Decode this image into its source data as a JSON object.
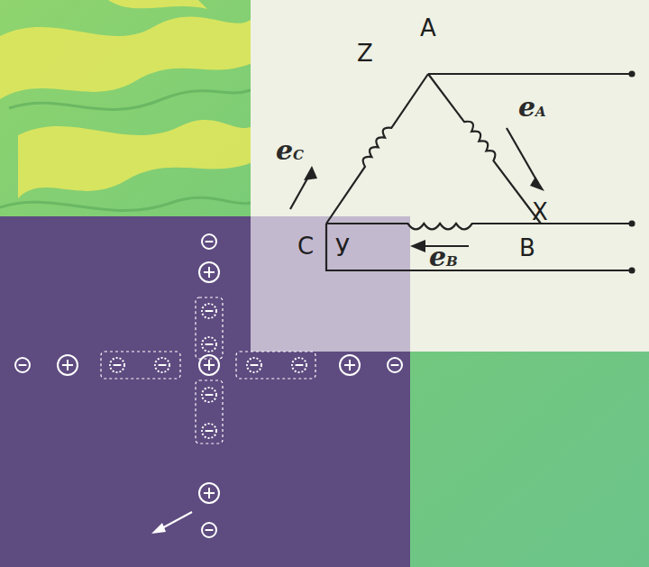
{
  "diagram": {
    "labels": [
      "A",
      "Z",
      "eC",
      "eA",
      "X",
      "C",
      "У",
      "eB",
      "B"
    ]
  }
}
